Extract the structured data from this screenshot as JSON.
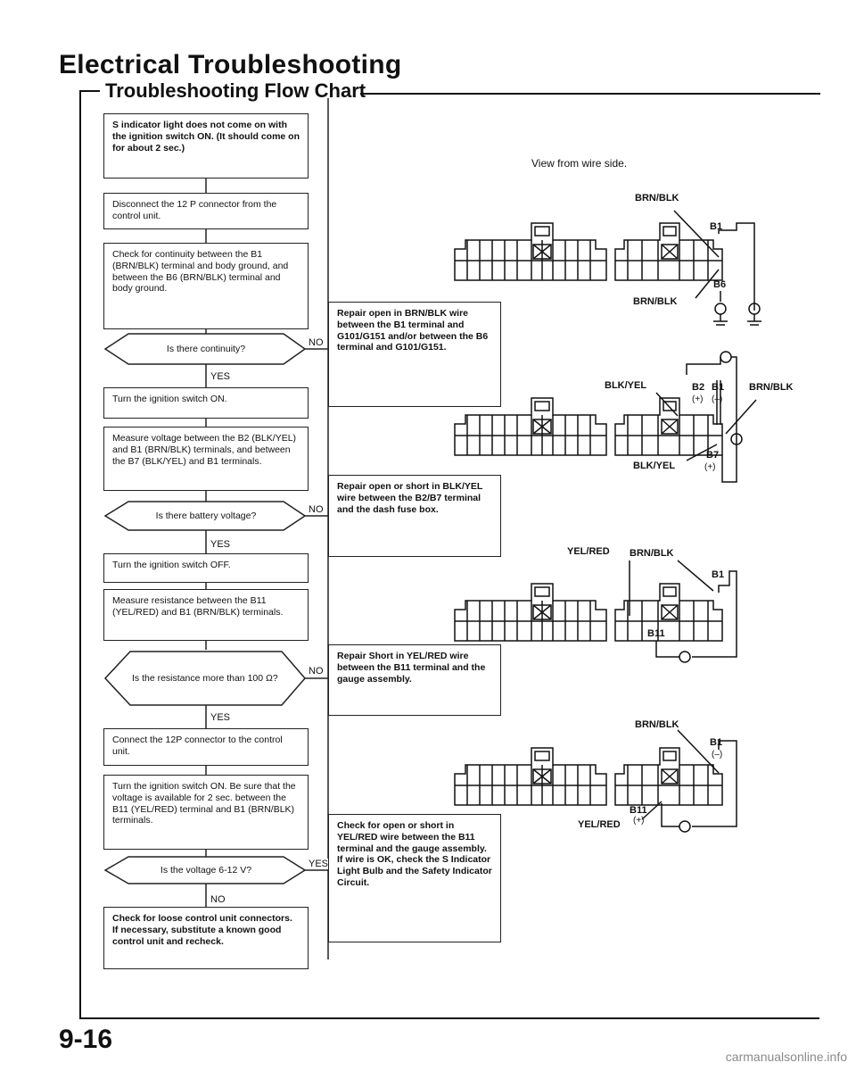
{
  "header": {
    "title": "Electrical Troubleshooting",
    "subtitle": "Troubleshooting Flow Chart"
  },
  "flow": {
    "s1": "S indicator light does not come on with the ignition switch ON. (It should come on for about 2 sec.)",
    "s2": "Disconnect the 12 P connector from the control unit.",
    "s3": "Check for continuity between the B1 (BRN/BLK) terminal and body ground, and between the B6 (BRN/BLK) terminal and body ground.",
    "q1": "Is there continuity?",
    "r1": "Repair open in BRN/BLK wire between the B1 terminal and G101/G151 and/or between the B6 terminal and G101/G151.",
    "s4": "Turn the ignition switch ON.",
    "s5": "Measure voltage between the B2 (BLK/YEL) and B1 (BRN/BLK) terminals, and between the B7 (BLK/YEL) and B1 terminals.",
    "q2": "Is there battery voltage?",
    "r2": "Repair open or short in BLK/YEL wire between the B2/B7 terminal and the dash fuse box.",
    "s6": "Turn the ignition switch OFF.",
    "s7": "Measure resistance between the B11 (YEL/RED) and B1 (BRN/BLK) terminals.",
    "q3": "Is the resistance more than 100 Ω?",
    "r3": "Repair Short in YEL/RED wire between the B11 terminal and the gauge assembly.",
    "s8": "Connect the 12P connector to the control unit.",
    "s9": "Turn the ignition switch ON. Be sure that the voltage is available for 2 sec. between the B11 (YEL/RED) terminal and B1 (BRN/BLK) terminals.",
    "q4": "Is the voltage 6-12 V?",
    "r4": "Check for open or short in YEL/RED wire between the B11 terminal and the gauge assembly. If wire is OK, check the S Indicator Light Bulb and the Safety Indicator Circuit.",
    "s10": "Check for loose control unit connectors. If necessary, substitute a known good control unit and recheck.",
    "yes": "YES",
    "no": "NO"
  },
  "diagram": {
    "view_note": "View from wire side.",
    "d1": {
      "brn_blk_top": "BRN/BLK",
      "b1": "B1",
      "brn_blk_bottom": "BRN/BLK",
      "b6": "B6"
    },
    "d2": {
      "blk_yel_top": "BLK/YEL",
      "b2": "B2",
      "b1": "B1",
      "b2_pol": "(+)",
      "b1_pol": "(–)",
      "brn_blk": "BRN/BLK",
      "blk_yel_bottom": "BLK/YEL",
      "b7": "B7",
      "b7_pol": "(+)"
    },
    "d3": {
      "yel_red": "YEL/RED",
      "brn_blk": "BRN/BLK",
      "b1": "B1",
      "b11": "B11"
    },
    "d4": {
      "brn_blk": "BRN/BLK",
      "b1": "B1",
      "b1_pol": "(–)",
      "b11": "B11",
      "yel_red": "YEL/RED",
      "b11_pol": "(+)"
    }
  },
  "footer": {
    "page_number": "9-16",
    "watermark": "carmanualsonline.info"
  }
}
